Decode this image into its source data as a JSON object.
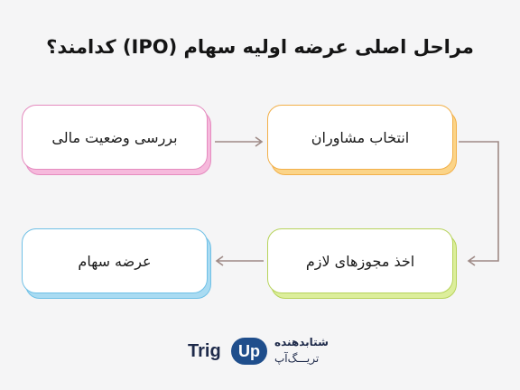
{
  "title": "مراحل اصلی عرضه اولیه سهام (IPO) کدامند؟",
  "steps": {
    "step1": "انتخاب مشاوران",
    "step2": "بررسی وضعیت مالی",
    "step3": "اخذ مجوزهای لازم",
    "step4": "عرضه سهام"
  },
  "colors": {
    "orange": "#f2b04a",
    "pink": "#e58bbf",
    "green": "#b7d35b",
    "blue": "#6fc0e6",
    "arrow": "#9e8a86"
  },
  "logo": {
    "trig": "Trig",
    "up": "Up",
    "line1": "شتابدهنده",
    "line2": "تریـــگ‌آپ"
  }
}
